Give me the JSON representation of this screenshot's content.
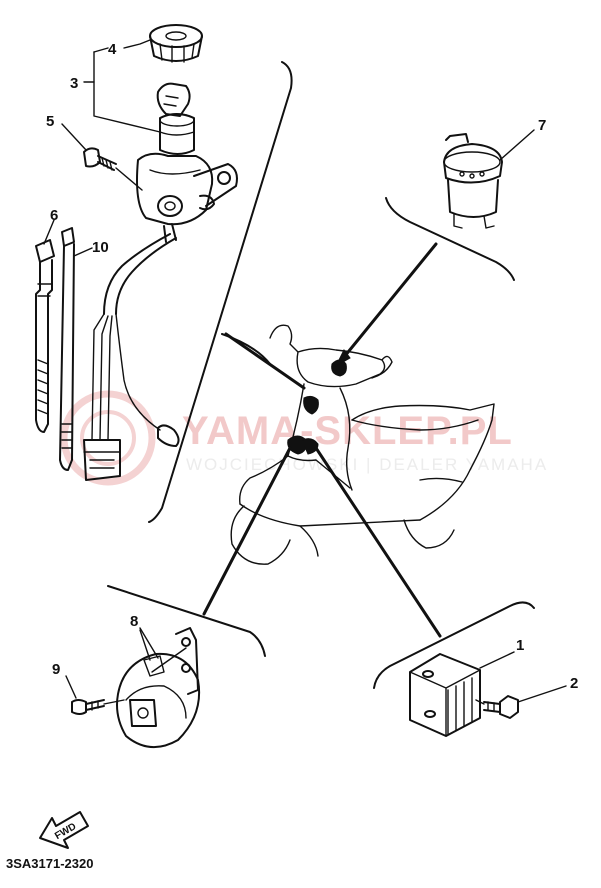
{
  "diagram": {
    "part_code": "3SA3171-2320",
    "fwd_label": "FWD",
    "watermark": {
      "brand": "YAMA-SKLEP.PL",
      "tagline": "WOJCIECHOWSKI | DEALER YAMAHA"
    },
    "callouts": [
      "1",
      "2",
      "3",
      "4",
      "5",
      "6",
      "7",
      "8",
      "9",
      "10"
    ],
    "colors": {
      "ink": "#111111",
      "watermark_red": "#f2c9c9",
      "watermark_grey": "#ececec"
    }
  }
}
